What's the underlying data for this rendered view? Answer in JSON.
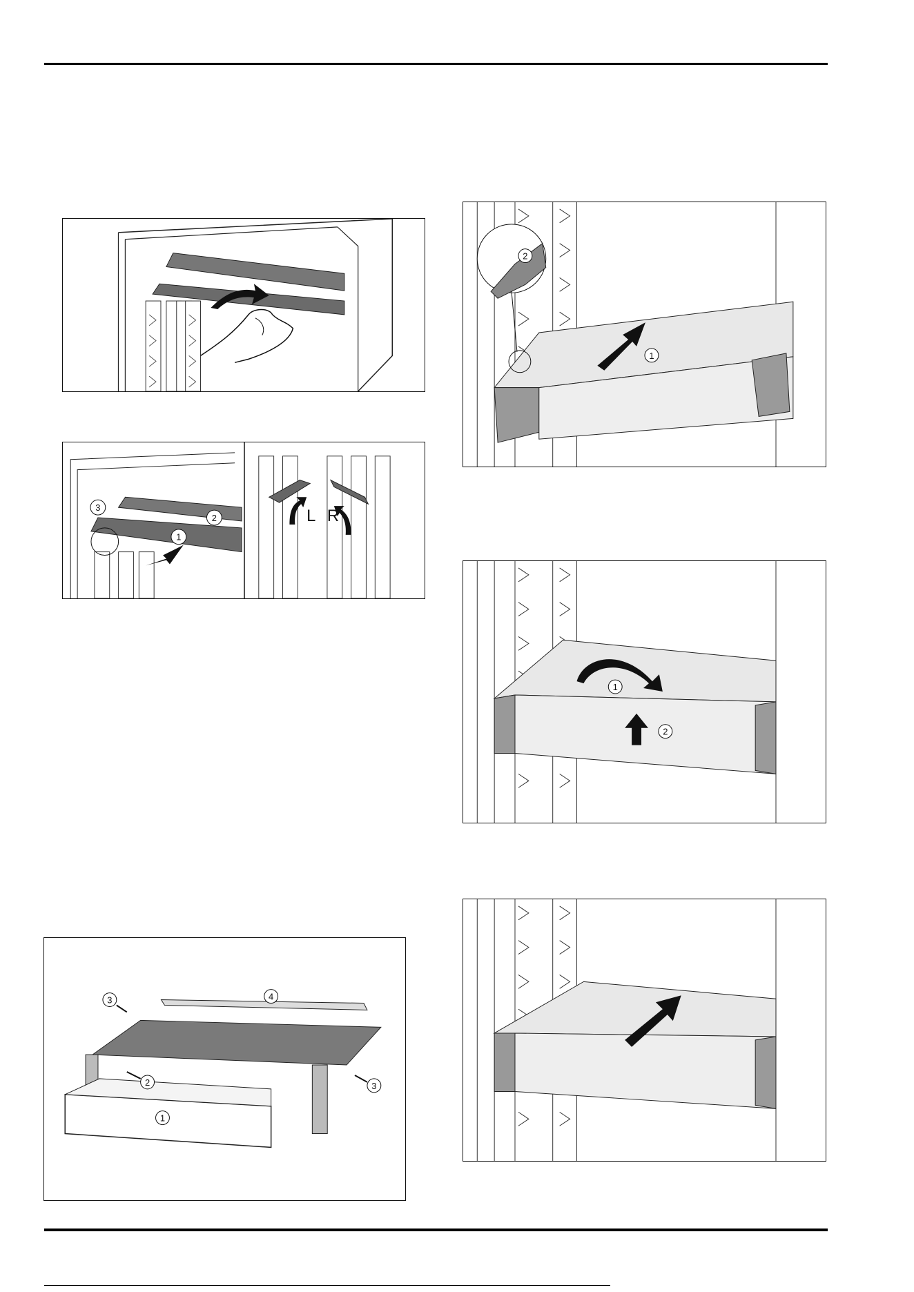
{
  "page": {
    "background": "#ffffff",
    "rule_color": "#000000"
  },
  "figure_shelf_insert": {
    "icon": "hand-push-icon"
  },
  "figure_shelf_remove": {
    "callouts": [
      "1",
      "2",
      "3"
    ],
    "side_labels": [
      "L",
      "R"
    ]
  },
  "figure_drawer_parts": {
    "callouts": [
      "1",
      "2",
      "3",
      "3",
      "4"
    ]
  },
  "figure_box_lift": {
    "callouts": [
      "1",
      "2"
    ]
  },
  "figure_box_rotate": {
    "callouts": [
      "1",
      "2"
    ]
  },
  "figure_box_push": {
    "icon": "arrow-up-icon"
  }
}
